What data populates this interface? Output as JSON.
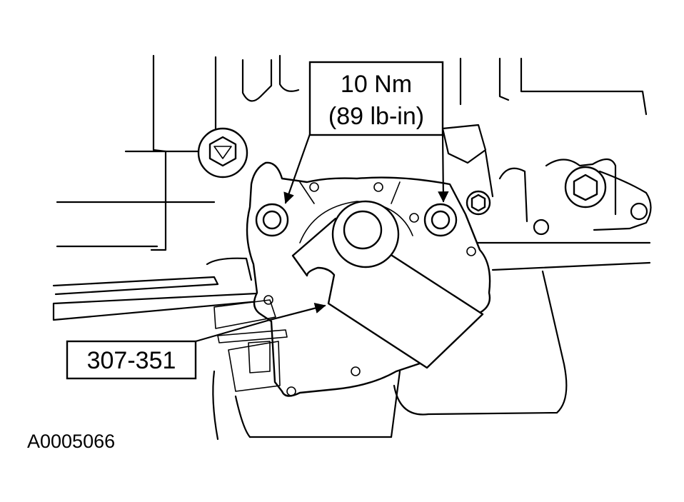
{
  "callouts": {
    "torque_line1": "10 Nm",
    "torque_line2": "(89 lb-in)",
    "tool_number": "307-351"
  },
  "figure_id": "A0005066",
  "colors": {
    "line": "#000000",
    "background": "#ffffff"
  }
}
